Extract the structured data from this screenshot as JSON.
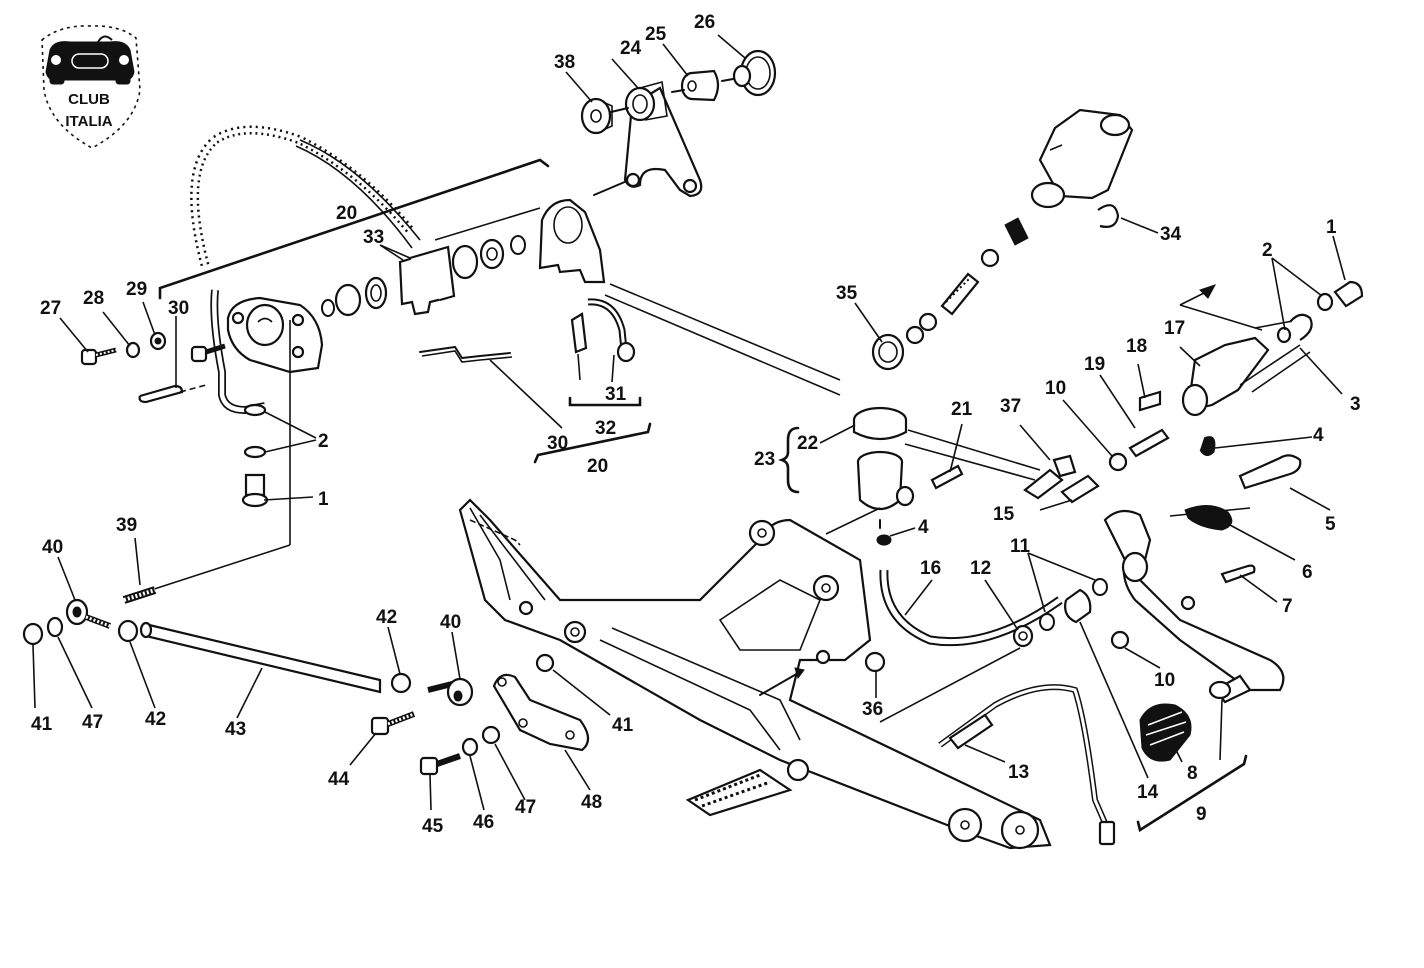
{
  "diagram": {
    "title": "Rear brake master cylinder / gear change linkage and footrest exploded view",
    "logo": {
      "line1": "CLUB",
      "line2": "ITALIA",
      "icon": "classic-car-icon"
    },
    "labels": [
      {
        "id": "l38",
        "text": "38"
      },
      {
        "id": "l24",
        "text": "24"
      },
      {
        "id": "l25",
        "text": "25"
      },
      {
        "id": "l26",
        "text": "26"
      },
      {
        "id": "l20a",
        "text": "20"
      },
      {
        "id": "l33",
        "text": "33"
      },
      {
        "id": "l27",
        "text": "27"
      },
      {
        "id": "l28",
        "text": "28"
      },
      {
        "id": "l29",
        "text": "29"
      },
      {
        "id": "l30a",
        "text": "30"
      },
      {
        "id": "l2a",
        "text": "2"
      },
      {
        "id": "l1a",
        "text": "1"
      },
      {
        "id": "l30b",
        "text": "30"
      },
      {
        "id": "l31",
        "text": "31"
      },
      {
        "id": "l32",
        "text": "32"
      },
      {
        "id": "l20b",
        "text": "20"
      },
      {
        "id": "l34",
        "text": "34"
      },
      {
        "id": "l35",
        "text": "35"
      },
      {
        "id": "l1b",
        "text": "1"
      },
      {
        "id": "l2b",
        "text": "2"
      },
      {
        "id": "l3",
        "text": "3"
      },
      {
        "id": "l17",
        "text": "17"
      },
      {
        "id": "l18",
        "text": "18"
      },
      {
        "id": "l19",
        "text": "19"
      },
      {
        "id": "l10a",
        "text": "10"
      },
      {
        "id": "l37",
        "text": "37"
      },
      {
        "id": "l4a",
        "text": "4"
      },
      {
        "id": "l5",
        "text": "5"
      },
      {
        "id": "l21",
        "text": "21"
      },
      {
        "id": "l22",
        "text": "22"
      },
      {
        "id": "l23",
        "text": "23"
      },
      {
        "id": "l15",
        "text": "15"
      },
      {
        "id": "l4b",
        "text": "4"
      },
      {
        "id": "l6",
        "text": "6"
      },
      {
        "id": "l7",
        "text": "7"
      },
      {
        "id": "l16",
        "text": "16"
      },
      {
        "id": "l12",
        "text": "12"
      },
      {
        "id": "l11",
        "text": "11"
      },
      {
        "id": "l10b",
        "text": "10"
      },
      {
        "id": "l36",
        "text": "36"
      },
      {
        "id": "l13",
        "text": "13"
      },
      {
        "id": "l14",
        "text": "14"
      },
      {
        "id": "l8",
        "text": "8"
      },
      {
        "id": "l9",
        "text": "9"
      },
      {
        "id": "l39",
        "text": "39"
      },
      {
        "id": "l40a",
        "text": "40"
      },
      {
        "id": "l41a",
        "text": "41"
      },
      {
        "id": "l47a",
        "text": "47"
      },
      {
        "id": "l42a",
        "text": "42"
      },
      {
        "id": "l43",
        "text": "43"
      },
      {
        "id": "l42b",
        "text": "42"
      },
      {
        "id": "l40b",
        "text": "40"
      },
      {
        "id": "l41b",
        "text": "41"
      },
      {
        "id": "l44",
        "text": "44"
      },
      {
        "id": "l45",
        "text": "45"
      },
      {
        "id": "l46",
        "text": "46"
      },
      {
        "id": "l47b",
        "text": "47"
      },
      {
        "id": "l48",
        "text": "48"
      }
    ]
  }
}
